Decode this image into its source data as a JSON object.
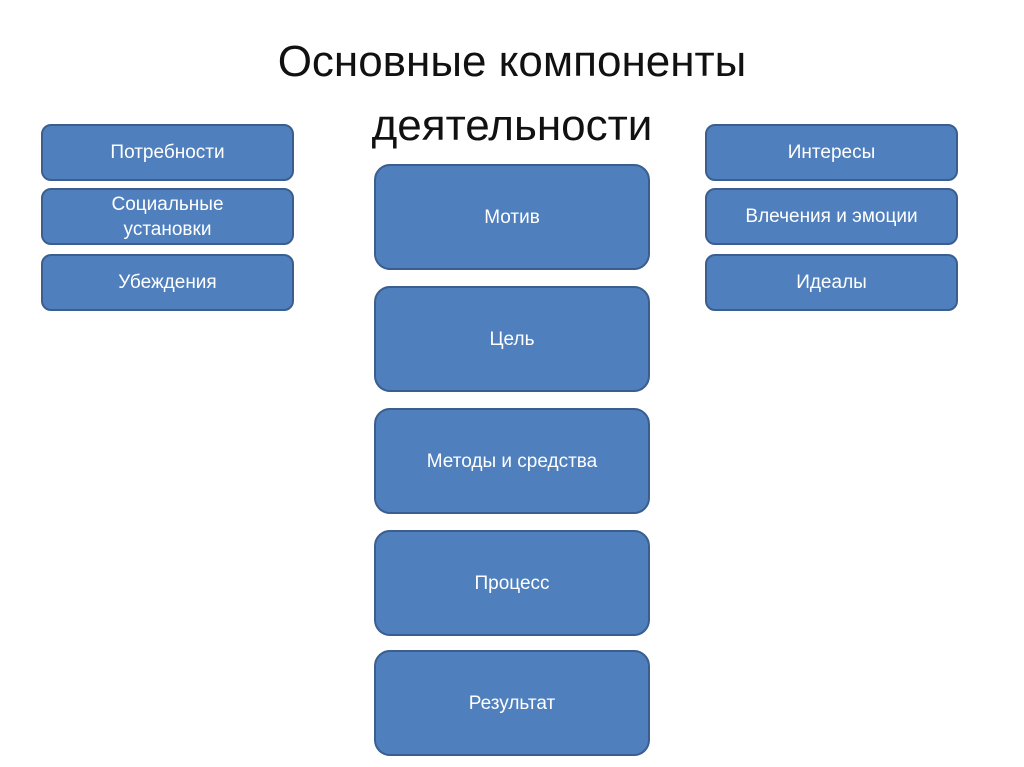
{
  "title": {
    "line1": "Основные компоненты",
    "line2": "деятельности"
  },
  "left_column": [
    {
      "label": "Потребности"
    },
    {
      "label": "Социальные\nустановки"
    },
    {
      "label": "Убеждения"
    }
  ],
  "center_column": [
    {
      "label": "Мотив"
    },
    {
      "label": "Цель"
    },
    {
      "label": "Методы и средства"
    },
    {
      "label": "Процесс"
    },
    {
      "label": "Результат"
    }
  ],
  "right_column": [
    {
      "label": "Интересы"
    },
    {
      "label": "Влечения и эмоции"
    },
    {
      "label": "Идеалы"
    }
  ],
  "colors": {
    "box_fill": "#4f7fbd",
    "box_border": "#3a5f8f",
    "box_text": "#ffffff",
    "title_text": "#111111"
  }
}
